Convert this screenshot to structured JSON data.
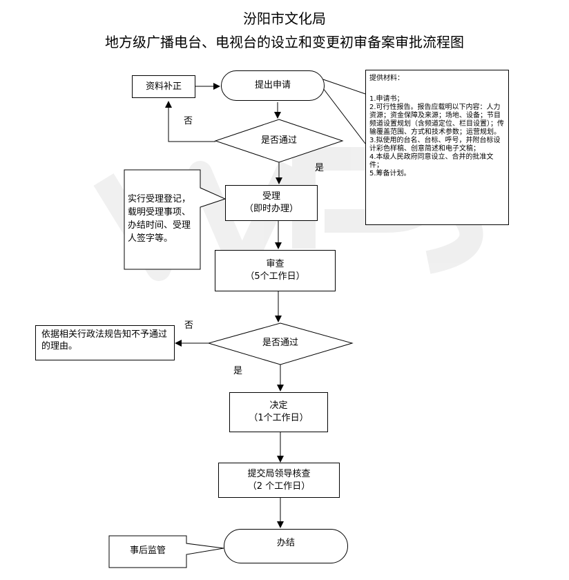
{
  "title": {
    "line1": "汾阳市文化局",
    "line2": "地方级广播电台、电视台的设立和变更初审备案审批流程图"
  },
  "steps": {
    "supplement": "资料补正",
    "apply": "提出申请",
    "check1": "是否通过",
    "accept_title": "受理",
    "accept_sub": "（即时办理）",
    "review_title": "审查",
    "review_sub": "（5个工作日）",
    "check2": "是否通过",
    "decide_title": "决定",
    "decide_sub": "（1个工作日）",
    "submit_title": "提交局领导核查",
    "submit_sub": "（2 个工作日）",
    "finish": "办结",
    "supervise": "事后监管"
  },
  "labels": {
    "no1": "否",
    "yes1": "是",
    "no2": "否",
    "yes2": "是"
  },
  "notes": {
    "accept_note": "实行受理登记，载明受理事项、办结时间、受理人签字等。",
    "reject_note": "依据相关行政法规告知不予通过的理由。"
  },
  "materials": {
    "heading": "提供材料：",
    "items": [
      "1.申请书；",
      "2.可行性报告。报告应载明以下内容：人力资源；资金保障及来源；场地、设备；节目频道设置规划（含频道定位、栏目设置）；传输覆盖范围、方式和技术参数；运营规划。",
      "3.拟使用的台名、台标、呼号，并附台标设计彩色样稿、创意简述和电子文稿；",
      "4.本级人民政府同意设立、合并的批准文件；",
      "5.筹备计划。"
    ]
  },
  "watermark": "WPS"
}
